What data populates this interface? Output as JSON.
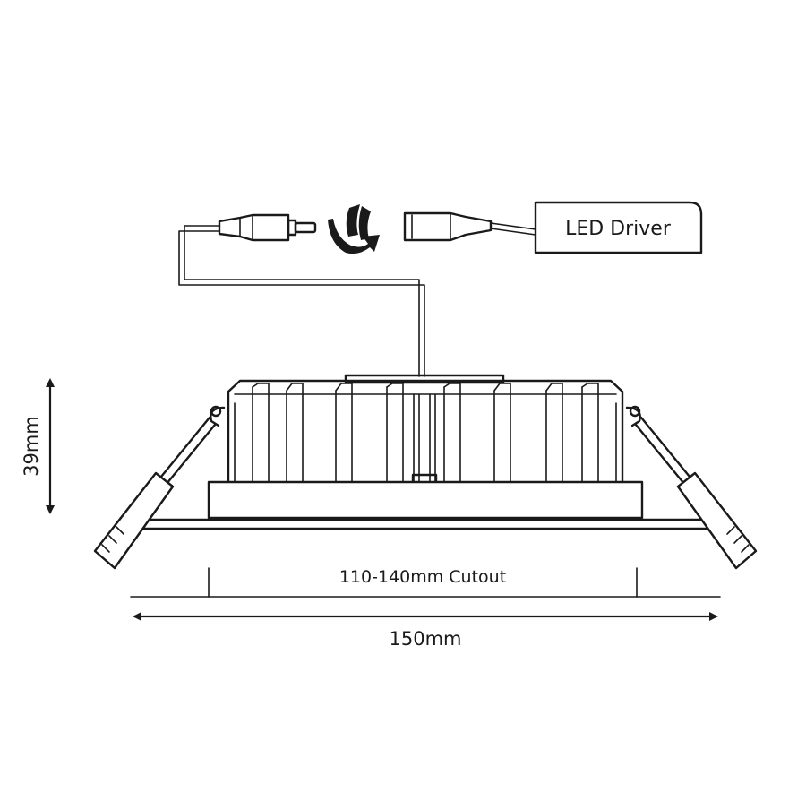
{
  "labels": {
    "driver": "LED Driver",
    "cutout": "110-140mm Cutout",
    "width": "150mm",
    "height": "39mm"
  }
}
